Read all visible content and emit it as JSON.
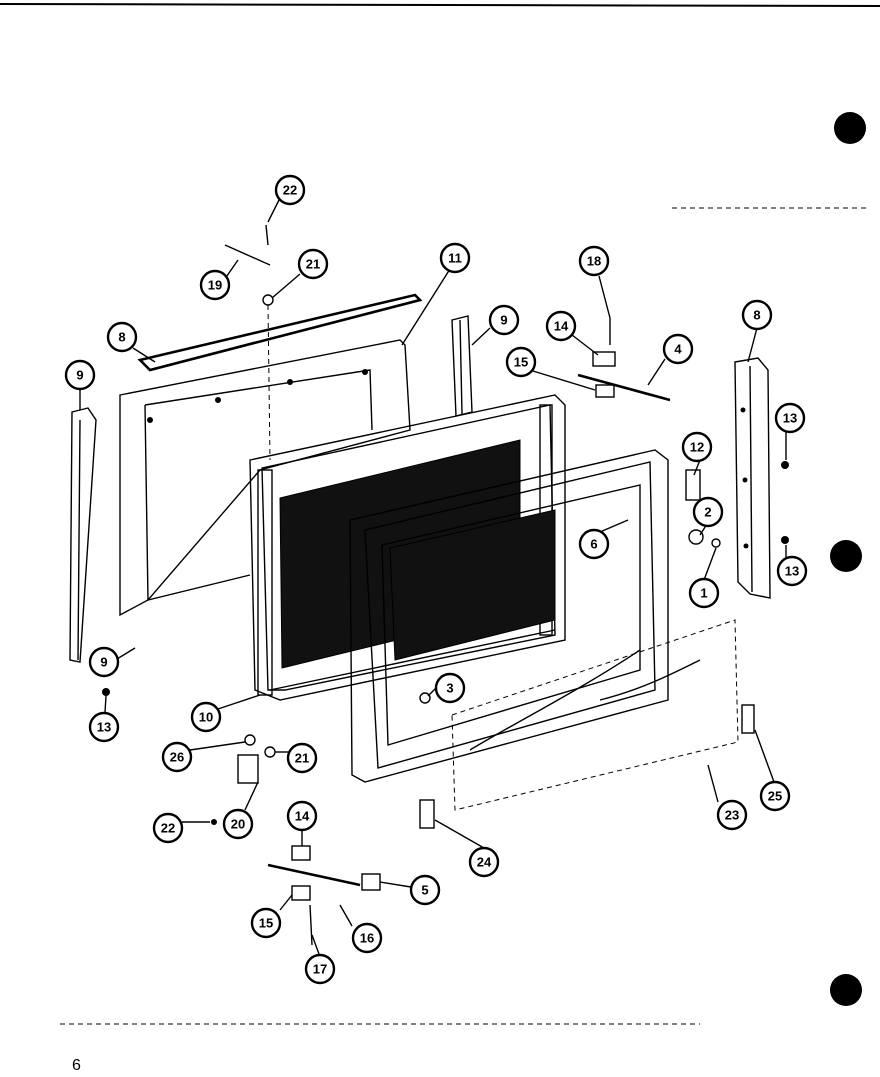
{
  "page_number": "6",
  "callouts": [
    {
      "id": "c22a",
      "label": "22"
    },
    {
      "id": "c21a",
      "label": "21"
    },
    {
      "id": "c19",
      "label": "19"
    },
    {
      "id": "c11",
      "label": "11"
    },
    {
      "id": "c8a",
      "label": "8"
    },
    {
      "id": "c9a",
      "label": "9"
    },
    {
      "id": "c9b",
      "label": "9"
    },
    {
      "id": "c9c",
      "label": "9"
    },
    {
      "id": "c18a",
      "label": "18"
    },
    {
      "id": "c14a",
      "label": "14"
    },
    {
      "id": "c15a",
      "label": "15"
    },
    {
      "id": "c4",
      "label": "4"
    },
    {
      "id": "c8b",
      "label": "8"
    },
    {
      "id": "c13a",
      "label": "13"
    },
    {
      "id": "c12",
      "label": "12"
    },
    {
      "id": "c2",
      "label": "2"
    },
    {
      "id": "c6",
      "label": "6"
    },
    {
      "id": "c1",
      "label": "1"
    },
    {
      "id": "c13b",
      "label": "13"
    },
    {
      "id": "c13c",
      "label": "13"
    },
    {
      "id": "c10",
      "label": "10"
    },
    {
      "id": "c3",
      "label": "3"
    },
    {
      "id": "c26",
      "label": "26"
    },
    {
      "id": "c21b",
      "label": "21"
    },
    {
      "id": "c22b",
      "label": "22"
    },
    {
      "id": "c20",
      "label": "20"
    },
    {
      "id": "c14b",
      "label": "14"
    },
    {
      "id": "c5",
      "label": "5"
    },
    {
      "id": "c24",
      "label": "24"
    },
    {
      "id": "c23",
      "label": "23"
    },
    {
      "id": "c25",
      "label": "25"
    },
    {
      "id": "c15b",
      "label": "15"
    },
    {
      "id": "c16",
      "label": "16"
    },
    {
      "id": "c17",
      "label": "17"
    }
  ]
}
